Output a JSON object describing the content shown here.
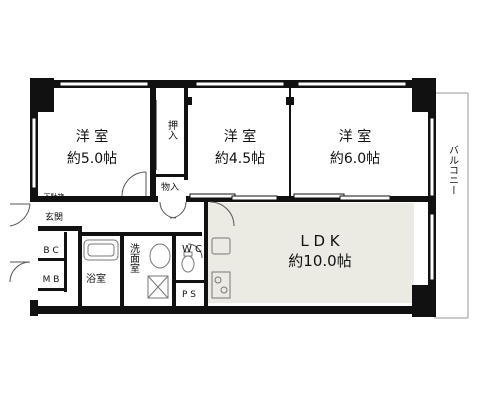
{
  "rooms": {
    "western_room_1": {
      "type": "洋 室",
      "size": "約5.0帖"
    },
    "western_room_2": {
      "type": "洋 室",
      "size": "約4.5帖"
    },
    "western_room_3": {
      "type": "洋 室",
      "size": "約6.0帖"
    },
    "ldk": {
      "type": "L D K",
      "size": "約10.0帖"
    },
    "closet": "押入",
    "storage": "物入",
    "shoe_box": "下駄箱",
    "entrance": "玄関",
    "bc": "B C",
    "mb": "M B",
    "bathroom": "浴室",
    "washroom": "洗面室",
    "wc": "W C",
    "ps": "P S",
    "balcony": "バルコニー"
  },
  "colors": {
    "wall": "#111111",
    "ldk_floor": "#ecebe3",
    "fixture": "#777777"
  }
}
